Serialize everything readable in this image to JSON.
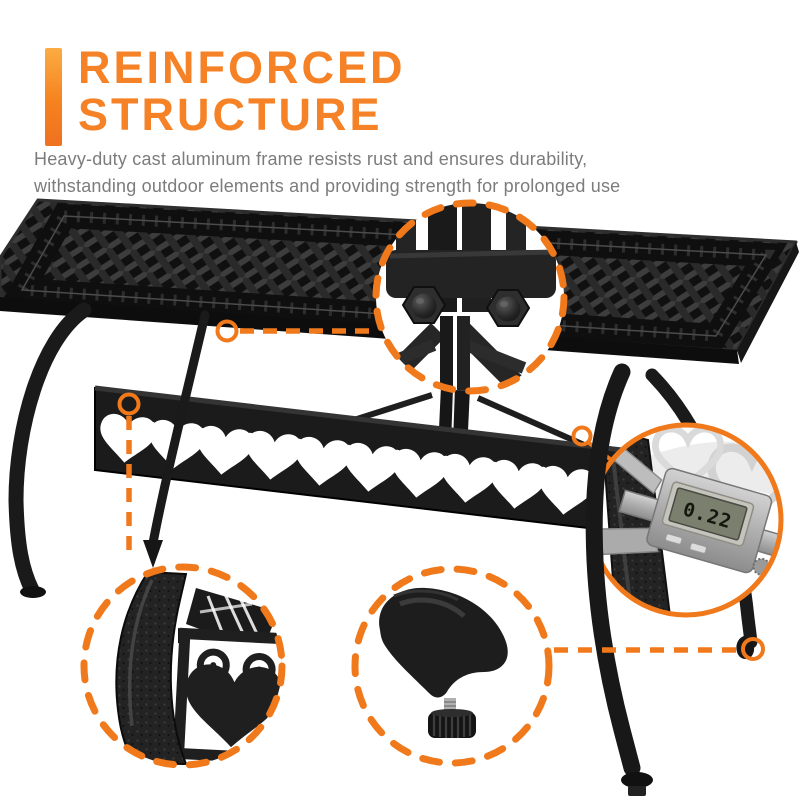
{
  "header": {
    "title_line1": "REINFORCED",
    "title_line2": "STRUCTURE",
    "description_line1": "Heavy-duty cast aluminum frame resists rust and ensures durability,",
    "description_line2": "withstanding outdoor elements and providing strength for prolonged use"
  },
  "colors": {
    "accent_orange": "#F5821F",
    "accent_orange_deep": "#F0791C",
    "accent_bar_gradient_top": "#FBAC42",
    "accent_bar_gradient_bottom": "#EF7120",
    "heading_text": "#F58227",
    "body_text": "#7C7C7C",
    "metal_dark": "#1C1C1C",
    "background": "#FFFFFF"
  },
  "illustration": {
    "subject": "black cast aluminum rectangular patio table with lattice top, ornate heart-scroll stretcher and curved legs",
    "callouts": {
      "umbrella_mount": {
        "name": "under-table-bolted-bracket",
        "ring_style": "dashed"
      },
      "caliper": {
        "name": "caliper-measuring-leg-thickness",
        "ring_style": "solid",
        "reading": "0.22"
      },
      "leg_joint": {
        "name": "leg-to-apron-corner-joint",
        "ring_style": "dashed"
      },
      "foot": {
        "name": "adjustable-foot-leveler",
        "ring_style": "dashed"
      }
    }
  }
}
